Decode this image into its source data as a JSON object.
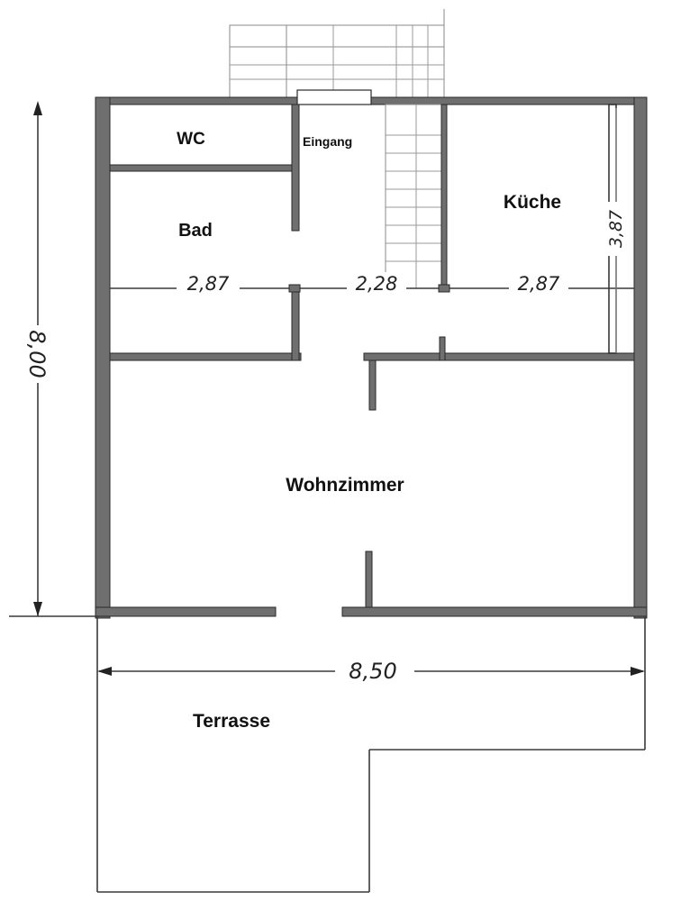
{
  "rooms": {
    "wc": "WC",
    "eingang": "Eingang",
    "kueche": "Küche",
    "bad": "Bad",
    "wohnzimmer": "Wohnzimmer",
    "terrasse": "Terrasse"
  },
  "dimensions": {
    "height_total": "8,00",
    "width_total": "8,50",
    "bad_width": "2,87",
    "middle_width": "2,28",
    "kueche_width": "2,87",
    "kueche_depth": "3,87"
  }
}
